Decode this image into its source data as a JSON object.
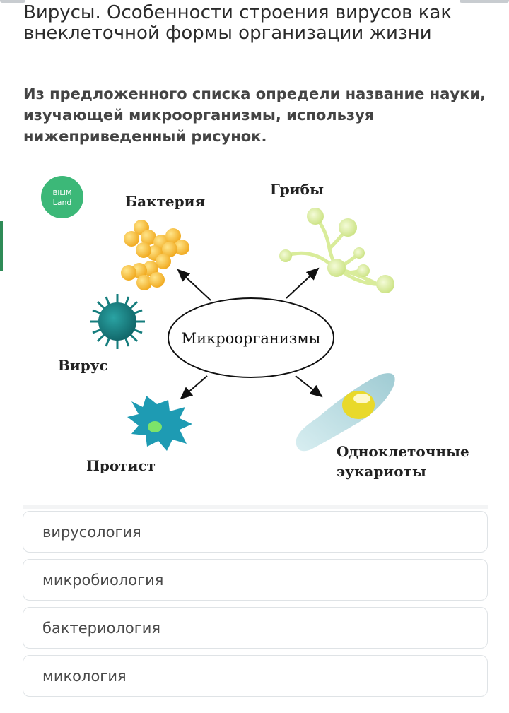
{
  "page": {
    "title": "Вирусы. Особенности строения вирусов как внеклеточной формы организации жизни",
    "question": "Из предложенного списка определи название науки, изучающей микроорганизмы, используя нижеприведенный рисунок."
  },
  "figure": {
    "logo_line1": "BILIM",
    "logo_line2": "Land",
    "center_label": "Микроорганизмы",
    "labels": {
      "bacteria": "Бактерия",
      "fungi": "Грибы",
      "virus": "Вирус",
      "protist": "Протист",
      "eukaryote_line1": "Одноклеточные",
      "eukaryote_line2": "эукариоты"
    },
    "colors": {
      "logo": "#3cb878",
      "bacteria": "#f5b82e",
      "fungi": "#d9ec9a",
      "virus": "#157d7d",
      "protist": "#1e9bb3",
      "eukaryote": "#b6dde3"
    }
  },
  "options": [
    {
      "label": "вирусология"
    },
    {
      "label": "микробиология"
    },
    {
      "label": "бактериология"
    },
    {
      "label": "микология"
    }
  ]
}
